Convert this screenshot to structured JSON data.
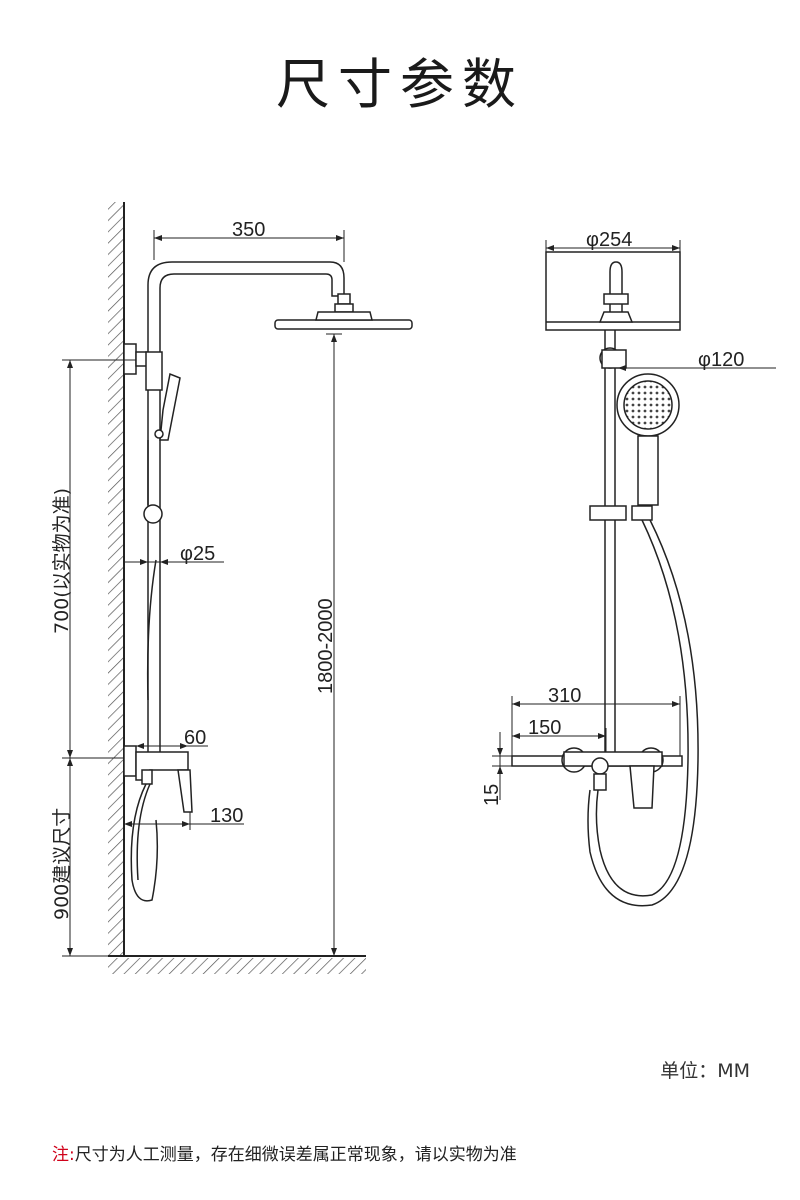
{
  "title": "尺寸参数",
  "side_view": {
    "arm_length": "350",
    "pipe_diameter": "φ25",
    "outlet_length": "60",
    "valve_depth": "130",
    "height_range": "1800-2000",
    "bar_height": "700(以实物为准)",
    "install_height": "900建议尺寸"
  },
  "front_view": {
    "head_diameter": "φ254",
    "hand_diameter": "φ120",
    "shelf_width": "310",
    "shelf_center": "150",
    "shelf_thickness": "15"
  },
  "unit_label": "单位：MM",
  "note": {
    "prefix": "注:",
    "text": "尺寸为人工测量，存在细微误差属正常现象，请以实物为准"
  }
}
